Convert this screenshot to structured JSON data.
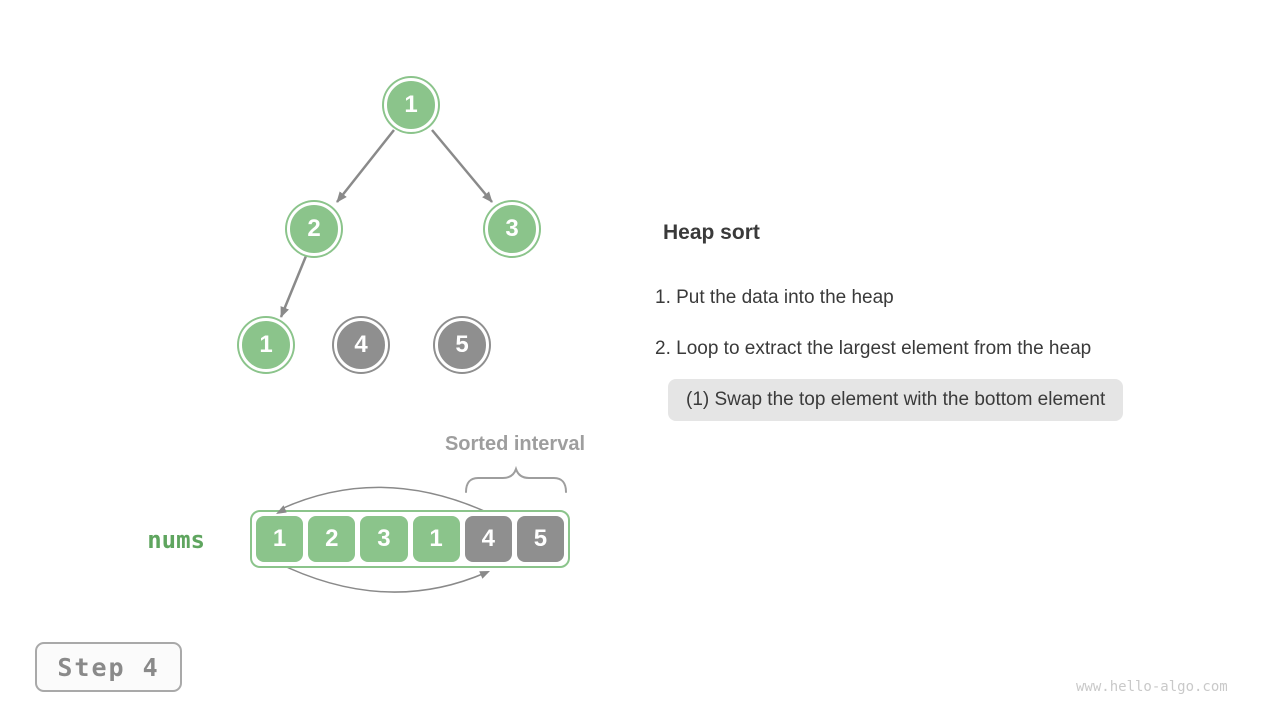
{
  "colors": {
    "heap_green": "#8BC48B",
    "sorted_gray": "#8F8F8F",
    "nums_label_green": "#5FA55F",
    "arrow_gray": "#8A8A8A",
    "brace_gray": "#9E9E9E",
    "text_dark": "#3A3A3A",
    "highlight_bg": "#E5E5E5",
    "step_badge_gray": "#8A8A8A",
    "watermark_gray": "#C9C9C9"
  },
  "tree": {
    "nodes": [
      {
        "value": "1",
        "state": "heap"
      },
      {
        "value": "2",
        "state": "heap"
      },
      {
        "value": "3",
        "state": "heap"
      },
      {
        "value": "1",
        "state": "heap"
      },
      {
        "value": "4",
        "state": "sorted"
      },
      {
        "value": "5",
        "state": "sorted"
      }
    ]
  },
  "array": {
    "label": "nums",
    "sorted_interval_label": "Sorted interval",
    "cells": [
      {
        "value": "1",
        "state": "heap"
      },
      {
        "value": "2",
        "state": "heap"
      },
      {
        "value": "3",
        "state": "heap"
      },
      {
        "value": "1",
        "state": "heap"
      },
      {
        "value": "4",
        "state": "sorted"
      },
      {
        "value": "5",
        "state": "sorted"
      }
    ]
  },
  "panel": {
    "title": "Heap sort",
    "steps": [
      "1. Put the data into the heap",
      "2. Loop to extract the largest element from the heap"
    ],
    "substep": "(1) Swap the top element with the bottom element"
  },
  "footer": {
    "step_label": "Step 4",
    "watermark": "www.hello-algo.com"
  }
}
